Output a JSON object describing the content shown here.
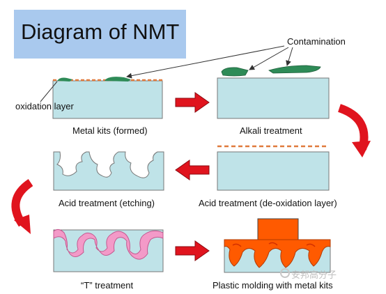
{
  "title": "Diagram of NMT",
  "annotations": {
    "contamination": "Contamination",
    "oxidation_layer": "oxidation layer"
  },
  "steps": [
    {
      "label": "Metal kits (formed)"
    },
    {
      "label": "Alkali treatment"
    },
    {
      "label": "Acid treatment (de-oxidation layer)"
    },
    {
      "label": "Acid treatment (etching)"
    },
    {
      "label": "“T” treatment"
    },
    {
      "label": "Plastic molding with metal kits"
    }
  ],
  "watermark": "安邦高分子",
  "colors": {
    "metal": "#bfe3e8",
    "title_bg": "#a9c9ee",
    "contamination": "#2e8b57",
    "oxide": "#e07a3c",
    "arrow": "#e0141e",
    "t_layer": "#f39ac8",
    "plastic": "#ff5a00"
  }
}
